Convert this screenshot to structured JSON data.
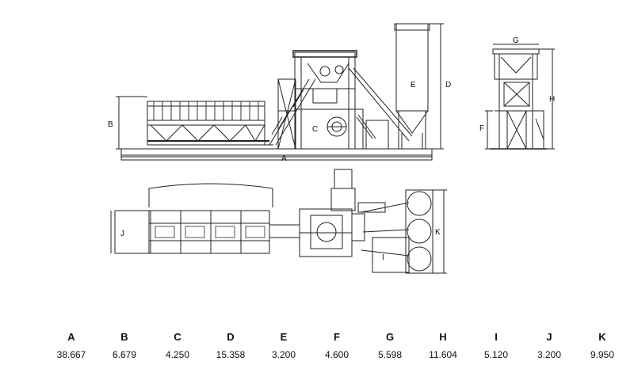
{
  "callouts": [
    "A",
    "B",
    "C",
    "D",
    "E",
    "F",
    "G",
    "H",
    "I",
    "J",
    "K"
  ],
  "dimensions": [
    {
      "letter": "A",
      "value": "38.667"
    },
    {
      "letter": "B",
      "value": "6.679"
    },
    {
      "letter": "C",
      "value": "4.250"
    },
    {
      "letter": "D",
      "value": "15.358"
    },
    {
      "letter": "E",
      "value": "3.200"
    },
    {
      "letter": "F",
      "value": "4.600"
    },
    {
      "letter": "G",
      "value": "5.598"
    },
    {
      "letter": "H",
      "value": "11.604"
    },
    {
      "letter": "I",
      "value": "5.120"
    },
    {
      "letter": "J",
      "value": "3.200"
    },
    {
      "letter": "K",
      "value": "9.950"
    }
  ]
}
